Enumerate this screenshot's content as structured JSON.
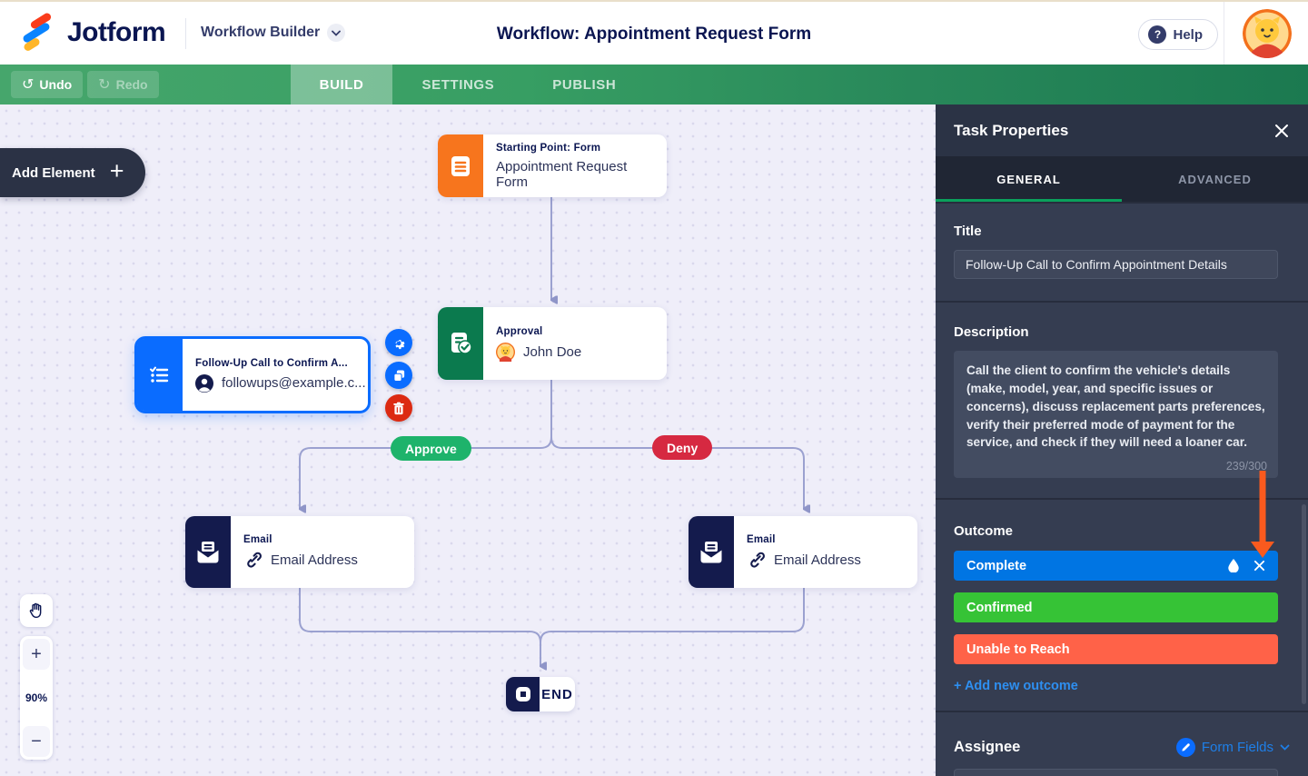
{
  "header": {
    "brand": "Jotform",
    "product": "Workflow Builder",
    "title": "Workflow: Appointment Request Form",
    "help_label": "Help"
  },
  "toolbar": {
    "undo_label": "Undo",
    "redo_label": "Redo",
    "tabs": [
      {
        "label": "BUILD",
        "active": true
      },
      {
        "label": "SETTINGS",
        "active": false
      },
      {
        "label": "PUBLISH",
        "active": false
      }
    ]
  },
  "canvas": {
    "add_element_label": "Add Element",
    "zoom_level": "90%",
    "branch_labels": {
      "approve": "Approve",
      "deny": "Deny"
    },
    "nodes": {
      "start": {
        "type_label": "Starting Point: Form",
        "value": "Appointment Request Form"
      },
      "approval": {
        "type_label": "Approval",
        "value": "John Doe"
      },
      "task": {
        "type_label": "Follow-Up Call to Confirm A...",
        "value": "followups@example.c..."
      },
      "email_left": {
        "type_label": "Email",
        "value": "Email Address"
      },
      "email_right": {
        "type_label": "Email",
        "value": "Email Address"
      },
      "end": {
        "label": "END"
      }
    }
  },
  "panel": {
    "title": "Task Properties",
    "tabs": [
      {
        "label": "GENERAL",
        "active": true
      },
      {
        "label": "ADVANCED",
        "active": false
      }
    ],
    "title_field": {
      "label": "Title",
      "value": "Follow-Up Call to Confirm Appointment Details"
    },
    "description_field": {
      "label": "Description",
      "value": "Call the client to confirm the vehicle's details (make, model, year, and specific issues or concerns), discuss replacement parts preferences, verify their preferred mode of payment for the service, and check if they will need a loaner car.",
      "counter": "239/300"
    },
    "outcome": {
      "label": "Outcome",
      "items": [
        {
          "label": "Complete",
          "color": "#0075e3",
          "selected": true
        },
        {
          "label": "Confirmed",
          "color": "#36c336",
          "selected": false
        },
        {
          "label": "Unable to Reach",
          "color": "#ff6248",
          "selected": false
        }
      ],
      "add_label": "+ Add new outcome"
    },
    "assignee": {
      "label": "Assignee",
      "form_fields_label": "Form Fields"
    }
  },
  "colors": {
    "toolbar_green": "#379e63",
    "accent_green_underline": "#0ba05c",
    "selection_blue": "#0a6cff",
    "approve_green": "#1eb36b",
    "deny_red": "#d62941",
    "callout_orange": "#fa5a1e",
    "navy": "#0a1551"
  }
}
